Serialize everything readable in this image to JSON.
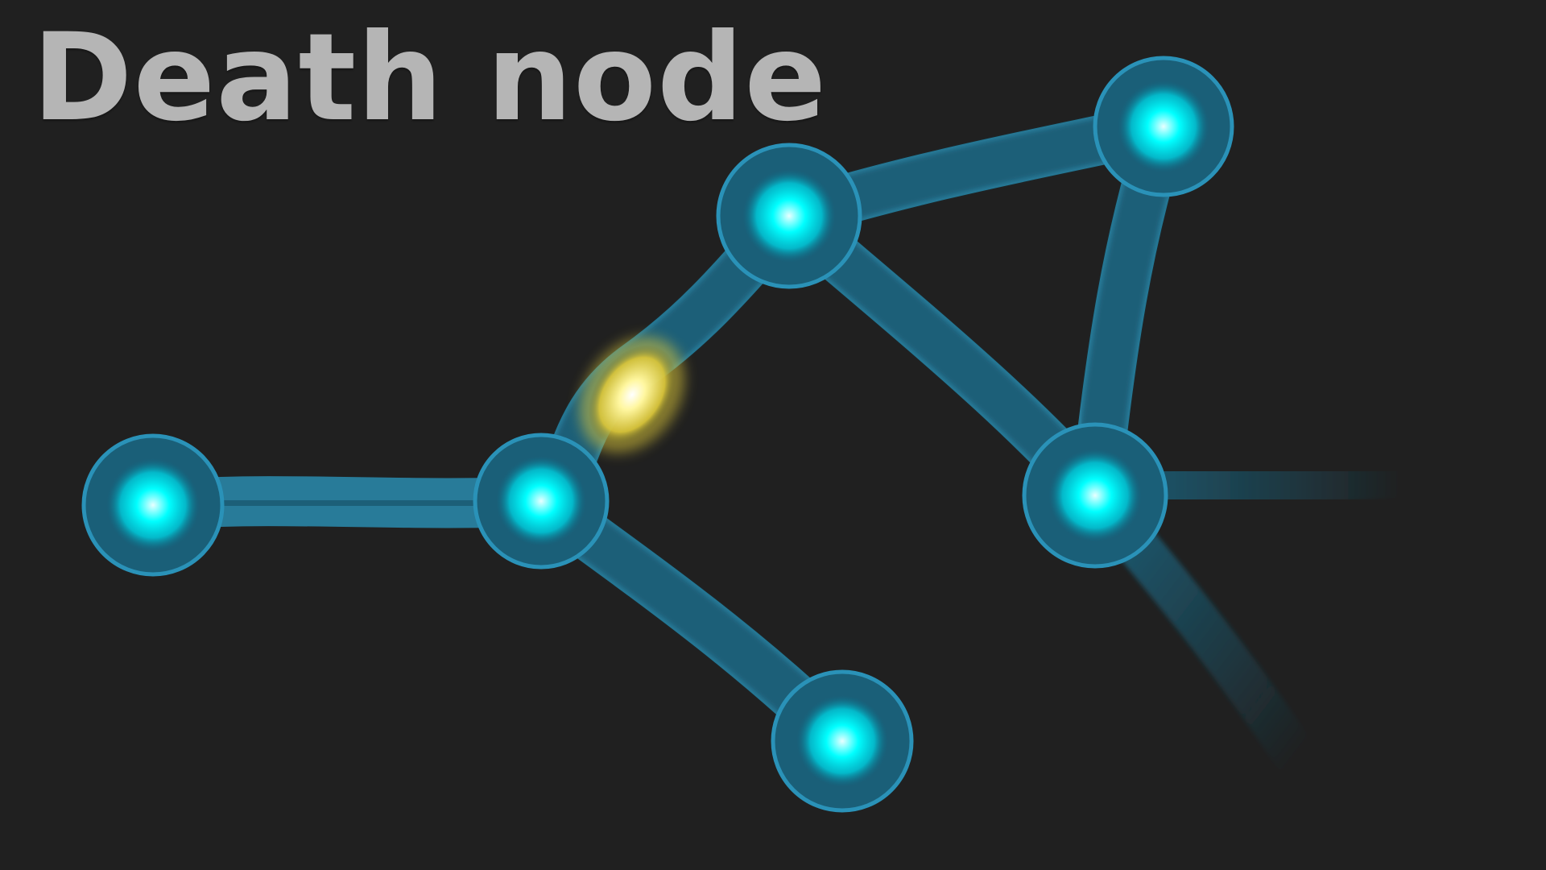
{
  "title": "Death node",
  "colors": {
    "background": "#202020",
    "title": "#b5b5b5",
    "node_core": "#00ffff",
    "node_body": "#1a5f78",
    "edge_rim": "#2a92b8",
    "death_node": "#fff7a0",
    "death_glow": "#d9c53a"
  },
  "graph": {
    "nodes": [
      {
        "id": "n1",
        "kind": "node"
      },
      {
        "id": "n2",
        "kind": "node"
      },
      {
        "id": "n3",
        "kind": "node"
      },
      {
        "id": "n4",
        "kind": "node"
      },
      {
        "id": "n5",
        "kind": "node"
      },
      {
        "id": "n6",
        "kind": "node"
      },
      {
        "id": "d1",
        "kind": "death-node"
      }
    ],
    "edges": [
      [
        "n1",
        "n2"
      ],
      [
        "n2",
        "d1"
      ],
      [
        "d1",
        "n3"
      ],
      [
        "n3",
        "n4"
      ],
      [
        "n3",
        "n5"
      ],
      [
        "n4",
        "n5"
      ],
      [
        "n2",
        "n6"
      ],
      [
        "n5",
        "off-right"
      ],
      [
        "n5",
        "off-bottom-right"
      ]
    ]
  }
}
